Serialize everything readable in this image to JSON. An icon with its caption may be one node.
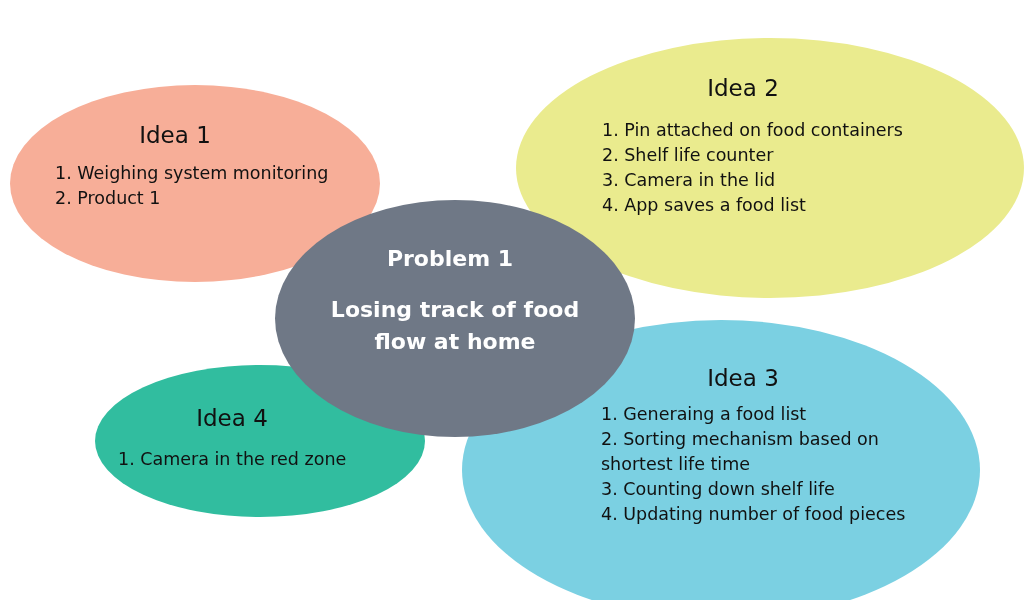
{
  "diagram": {
    "nodes": [
      {
        "text": [
          "Idea 1",
          "1. Weighing system monitoring",
          "2. Product 1"
        ]
      },
      {
        "text": [
          "Idea 2",
          "1. Pin attached on food containers",
          "2. Shelf life counter",
          "3. Camera in the lid",
          "4. App saves a food list"
        ]
      },
      {
        "text": [
          "Problem 1",
          "Losing track of food flow at home"
        ]
      },
      {
        "text": [
          "Idea 3",
          "1. Generaing a food list",
          "2. Sorting mechanism based on shortest life time",
          "3. Counting down shelf life",
          "4. Updating number of food pieces"
        ]
      },
      {
        "text": [
          "Idea 4",
          "1. Camera in the red zone"
        ]
      }
    ],
    "edges": []
  }
}
